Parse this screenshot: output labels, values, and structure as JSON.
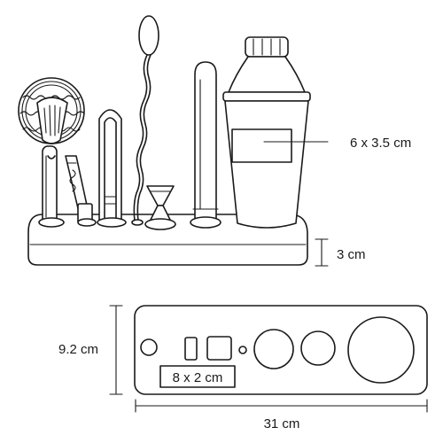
{
  "labels": {
    "label_area": "6 x 3.5 cm",
    "base_height": "3 cm",
    "base_depth": "9.2 cm",
    "engraving_area": "8 x 2 cm",
    "base_width": "31 cm"
  }
}
